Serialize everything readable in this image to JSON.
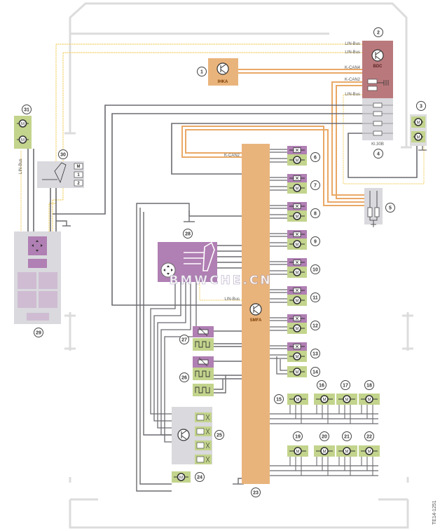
{
  "diagram": {
    "modules": {
      "ihka": "IHKA",
      "bdc": "BDC",
      "smfa": "SMFA",
      "fuse_block": "Kl.30B"
    },
    "bus_labels": {
      "lin_bus_1": "LIN-Bus",
      "lin_bus_2": "LIN-Bus",
      "k_can4": "K-CAN4",
      "k_can2_bdc": "K-CAN2",
      "lin_bus_bdc": "LIN-Bus",
      "k_can2_smfa": "K-CAN2",
      "lin_bus_smfa": "LIN-Bus",
      "lin_bus_vertical": "LIN-Bus"
    },
    "switch_labels": {
      "memory": "M",
      "one": "1",
      "two": "2"
    },
    "motor_symbol": "M",
    "component_numbers": [
      "1",
      "2",
      "3",
      "4",
      "5",
      "6",
      "7",
      "8",
      "9",
      "10",
      "11",
      "12",
      "13",
      "14",
      "15",
      "16",
      "17",
      "18",
      "19",
      "20",
      "21",
      "22",
      "23",
      "24",
      "25",
      "26",
      "27",
      "28",
      "29",
      "30",
      "31"
    ],
    "watermark": "BMWCHE.CN",
    "figure_code": "TE14-1251"
  },
  "colors": {
    "wire_gray": "#6b6b70",
    "can_orange": "#e9a866",
    "lin_yellow": "#f2d36e",
    "module_orange": "#e9b47c",
    "bdc_red": "#b9797c",
    "component_green": "#c3d48c",
    "component_purple": "#b07fb3",
    "housing_gray": "#d9d9de",
    "frame_gray": "#dcdcdc"
  }
}
